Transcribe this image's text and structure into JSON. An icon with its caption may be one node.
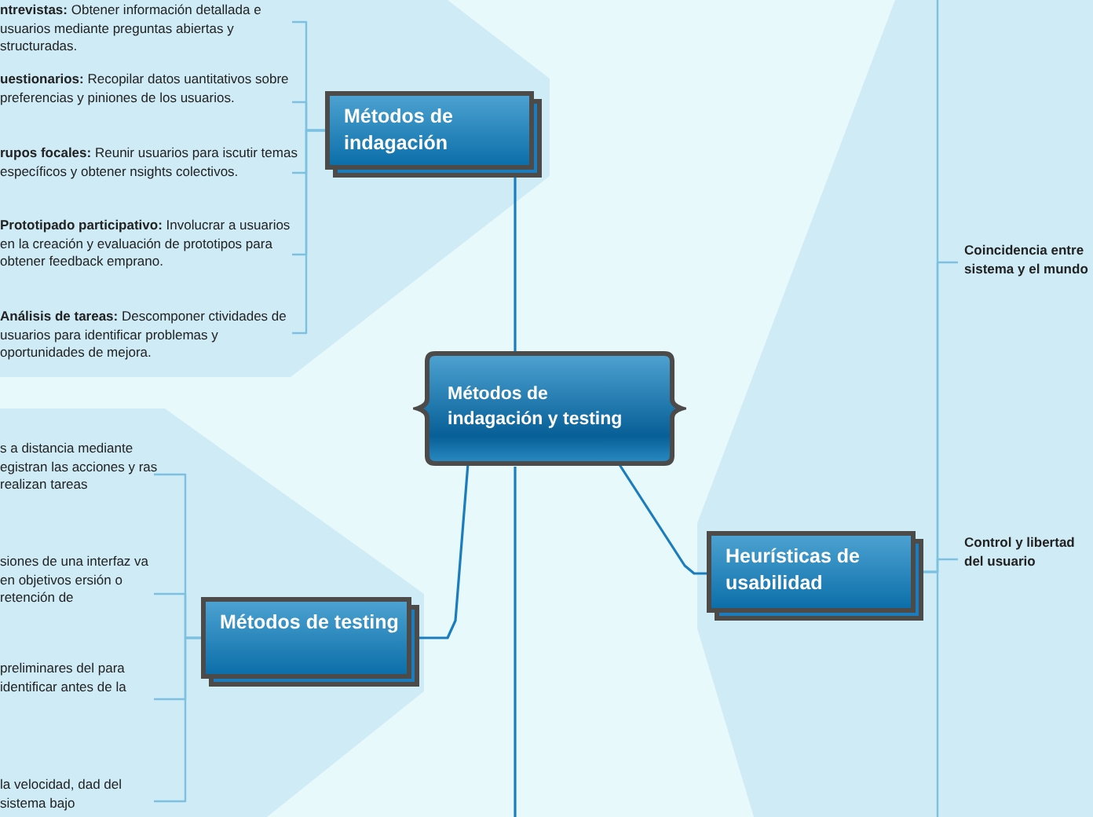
{
  "diagram": {
    "nodes": [
      {
        "text": [
          "Métodos de indagación y testing"
        ]
      },
      {
        "text": [
          "Métodos de indagación"
        ]
      },
      {
        "text": [
          "**ntrevistas:** Obtener información detallada e usuarios mediante preguntas abiertas y structuradas."
        ]
      },
      {
        "text": [
          "**uestionarios:** Recopilar datos uantitativos sobre preferencias y piniones de los usuarios."
        ]
      },
      {
        "text": [
          "**rupos focales:** Reunir usuarios para iscutir temas específicos y obtener nsights colectivos."
        ]
      },
      {
        "text": [
          "**Prototipado participativo:** Involucrar a usuarios en la creación y evaluación de prototipos para obtener feedback emprano."
        ]
      },
      {
        "text": [
          "**Análisis de tareas:** Descomponer ctividades de usuarios para identificar problemas y oportunidades de mejora."
        ]
      },
      {
        "text": [
          "Métodos de testing"
        ]
      },
      {
        "text": [
          "s a distancia mediante egistran las acciones y ras realizan tareas"
        ]
      },
      {
        "text": [
          "siones de una interfaz va en objetivos ersión o retención de"
        ]
      },
      {
        "text": [
          "preliminares del para identificar antes de la"
        ]
      },
      {
        "text": [
          "la velocidad, dad del sistema bajo"
        ]
      },
      {
        "text": [
          "Heurísticas de usabilidad"
        ]
      },
      {
        "text": [
          "Coincidencia entre sistema y el mundo"
        ]
      },
      {
        "text": [
          "Control y libertad del usuario"
        ]
      }
    ],
    "edges": [
      {
        "from": 0,
        "to": 1,
        "arrow": "none",
        "color": "#1b7dbd"
      },
      {
        "from": 0,
        "to": 7,
        "arrow": "none",
        "color": "#1b7dbd"
      },
      {
        "from": 0,
        "to": 12,
        "arrow": "none",
        "color": "#1b7dbd"
      },
      {
        "from": 0,
        "to": null,
        "arrow": "none",
        "color": "#1b7dbd"
      },
      {
        "from": 1,
        "to": 2,
        "arrow": "none"
      },
      {
        "from": 1,
        "to": 3,
        "arrow": "none"
      },
      {
        "from": 1,
        "to": 4,
        "arrow": "none"
      },
      {
        "from": 1,
        "to": 5,
        "arrow": "none"
      },
      {
        "from": 1,
        "to": 6,
        "arrow": "none"
      },
      {
        "from": 7,
        "to": 8,
        "arrow": "none"
      },
      {
        "from": 7,
        "to": 9,
        "arrow": "none"
      },
      {
        "from": 7,
        "to": 10,
        "arrow": "none"
      },
      {
        "from": 7,
        "to": 11,
        "arrow": "none"
      },
      {
        "from": 12,
        "to": 13,
        "arrow": "none"
      },
      {
        "from": 12,
        "to": 14,
        "arrow": "none"
      },
      {
        "from": 12,
        "to": null,
        "arrow": "none"
      },
      {
        "from": 12,
        "to": null,
        "arrow": "none"
      }
    ]
  }
}
